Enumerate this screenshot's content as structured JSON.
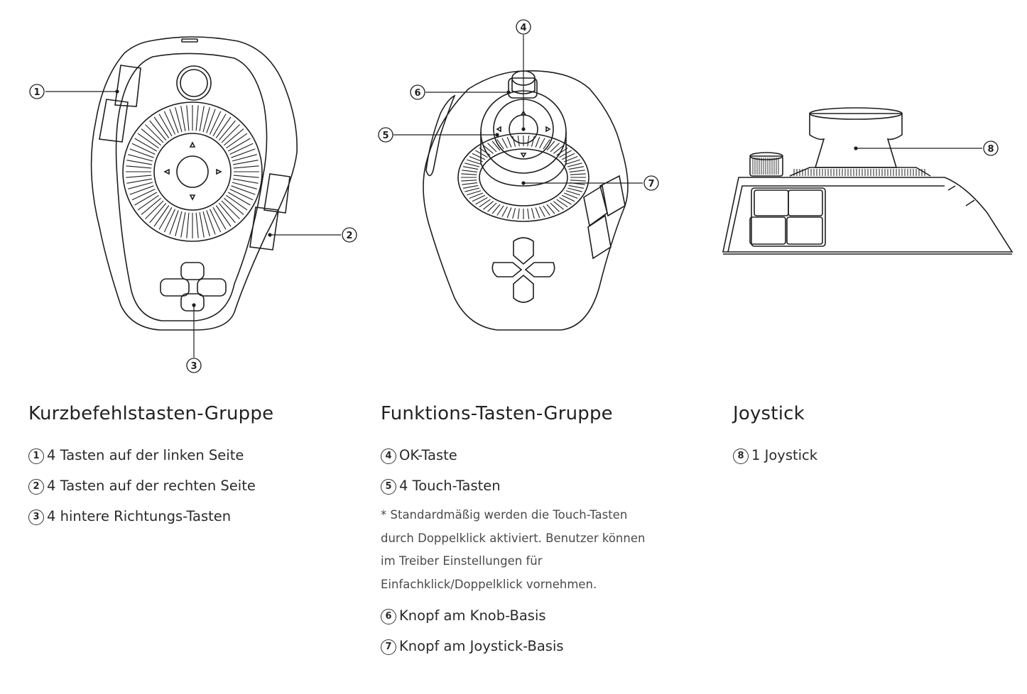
{
  "diagram": {
    "callouts": [
      "1",
      "2",
      "3",
      "4",
      "5",
      "6",
      "7",
      "8"
    ]
  },
  "groups": [
    {
      "heading": "Kurzbefehlstasten-Gruppe",
      "items": [
        {
          "num": "1",
          "text": "4 Tasten auf der linken Seite"
        },
        {
          "num": "2",
          "text": "4 Tasten auf der rechten Seite"
        },
        {
          "num": "3",
          "text": "4 hintere Richtungs-Tasten"
        }
      ]
    },
    {
      "heading": "Funktions-Tasten-Gruppe",
      "items": [
        {
          "num": "4",
          "text": "OK-Taste"
        },
        {
          "num": "5",
          "text": "4 Touch-Tasten"
        }
      ],
      "note": "* Standardmäßig werden die Touch-Tasten durch Doppelklick aktiviert. Benutzer können im Treiber Einstellungen für Einfachklick/Doppelklick vornehmen.",
      "items_after": [
        {
          "num": "6",
          "text": "Knopf am Knob-Basis"
        },
        {
          "num": "7",
          "text": "Knopf am Joystick-Basis"
        }
      ]
    },
    {
      "heading": "Joystick",
      "items": [
        {
          "num": "8",
          "text": "1 Joystick"
        }
      ]
    }
  ],
  "colors": {
    "line": "#1e1e1e",
    "text": "#2a2a2a",
    "note": "#4a4a4a"
  }
}
